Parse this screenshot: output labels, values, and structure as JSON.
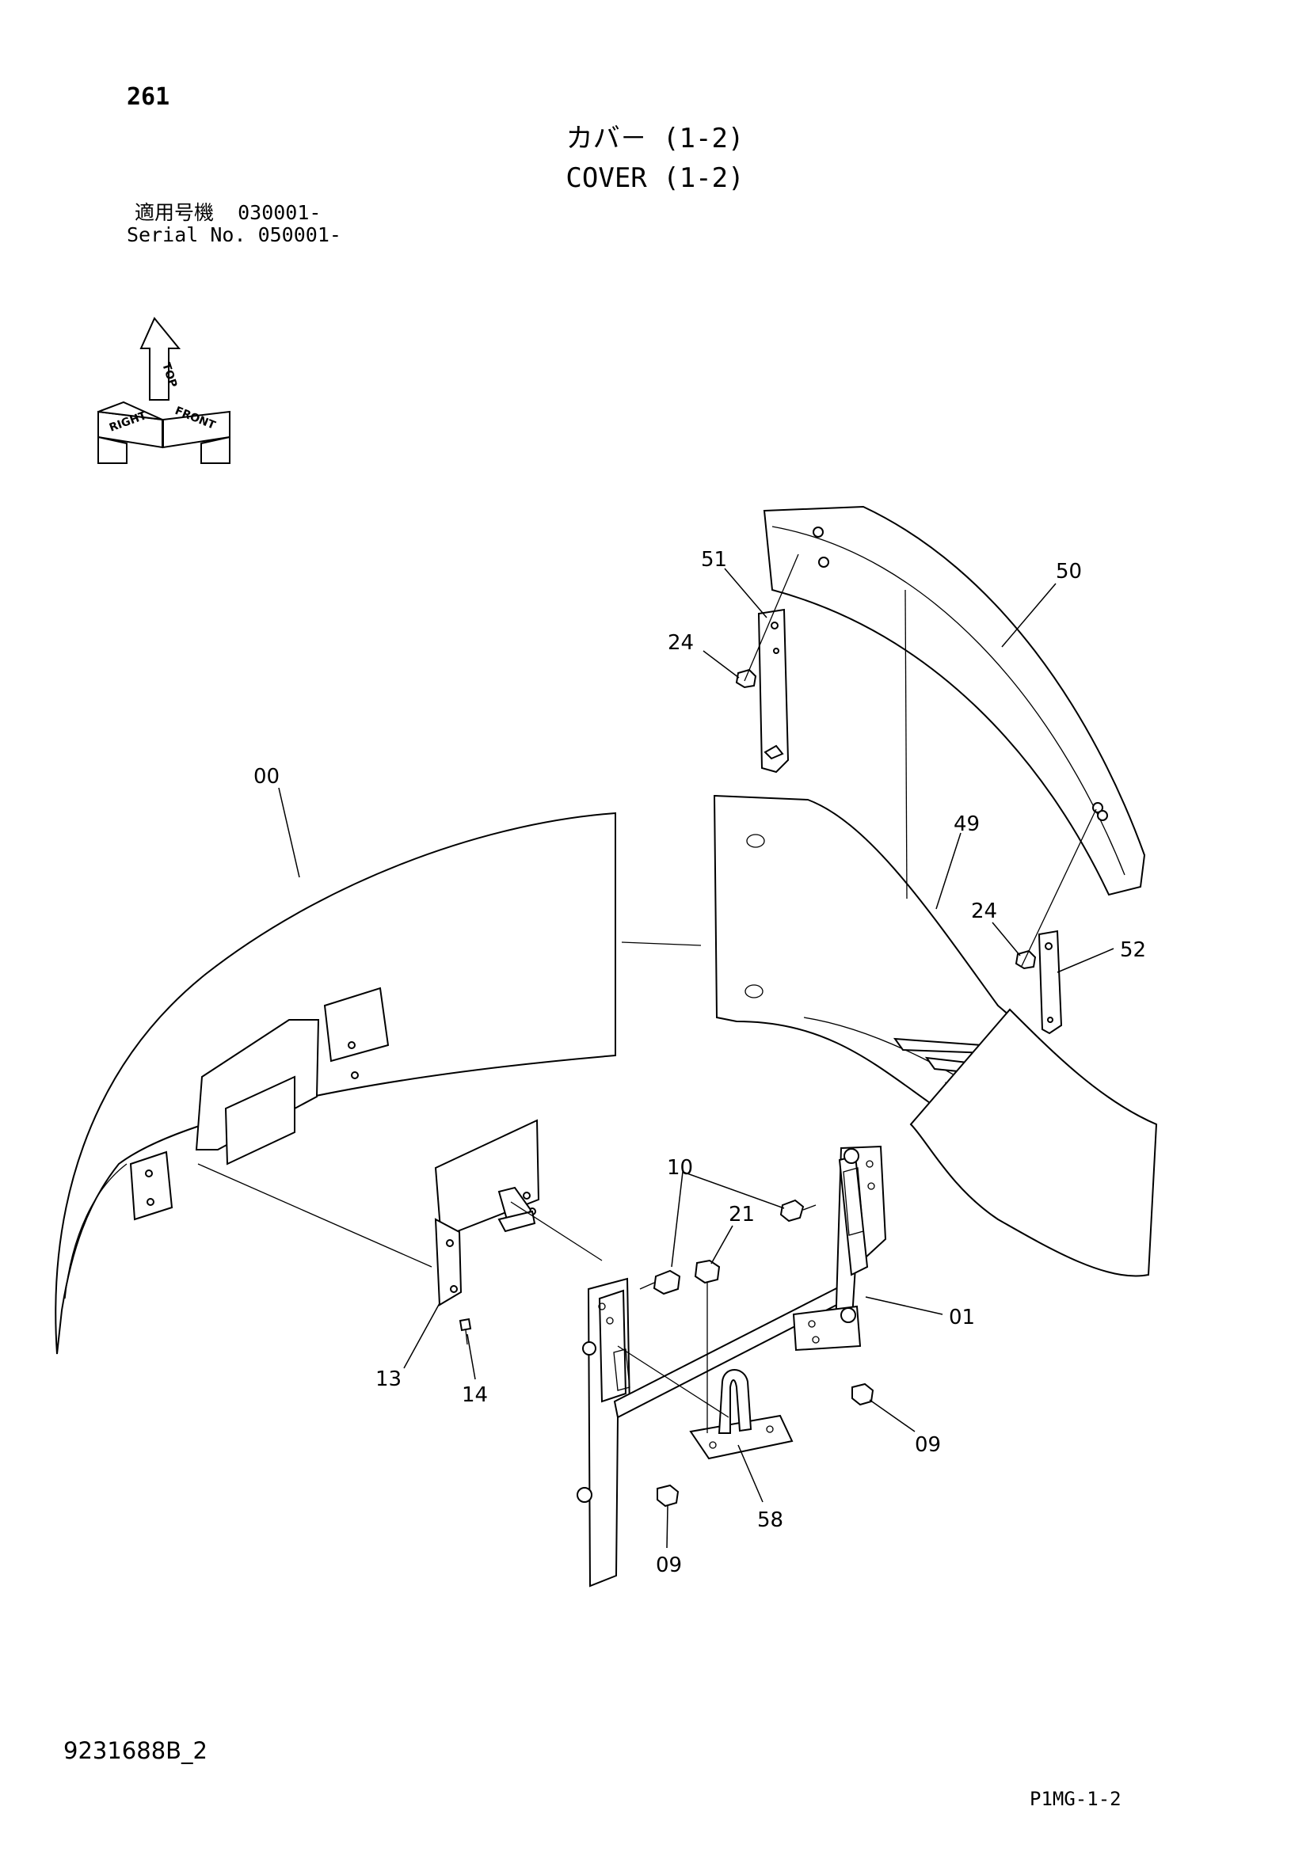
{
  "header": {
    "page_number": "261",
    "title_jp": "カバ－ (1-2)",
    "title_en": "COVER (1-2)",
    "serial_jp": "適用号機  030001-",
    "serial_en": "Serial No. 050001-"
  },
  "orientation": {
    "top": "TOP",
    "right": "RIGHT",
    "front": "FRONT"
  },
  "callouts": {
    "c51": "51",
    "c50": "50",
    "c24a": "24",
    "c00": "00",
    "c49": "49",
    "c24b": "24",
    "c52": "52",
    "c10": "10",
    "c21": "21",
    "c01": "01",
    "c13": "13",
    "c14": "14",
    "c09a": "09",
    "c58": "58",
    "c09b": "09"
  },
  "footer": {
    "doc_id": "9231688B_2",
    "page_code": "P1MG-1-2"
  }
}
